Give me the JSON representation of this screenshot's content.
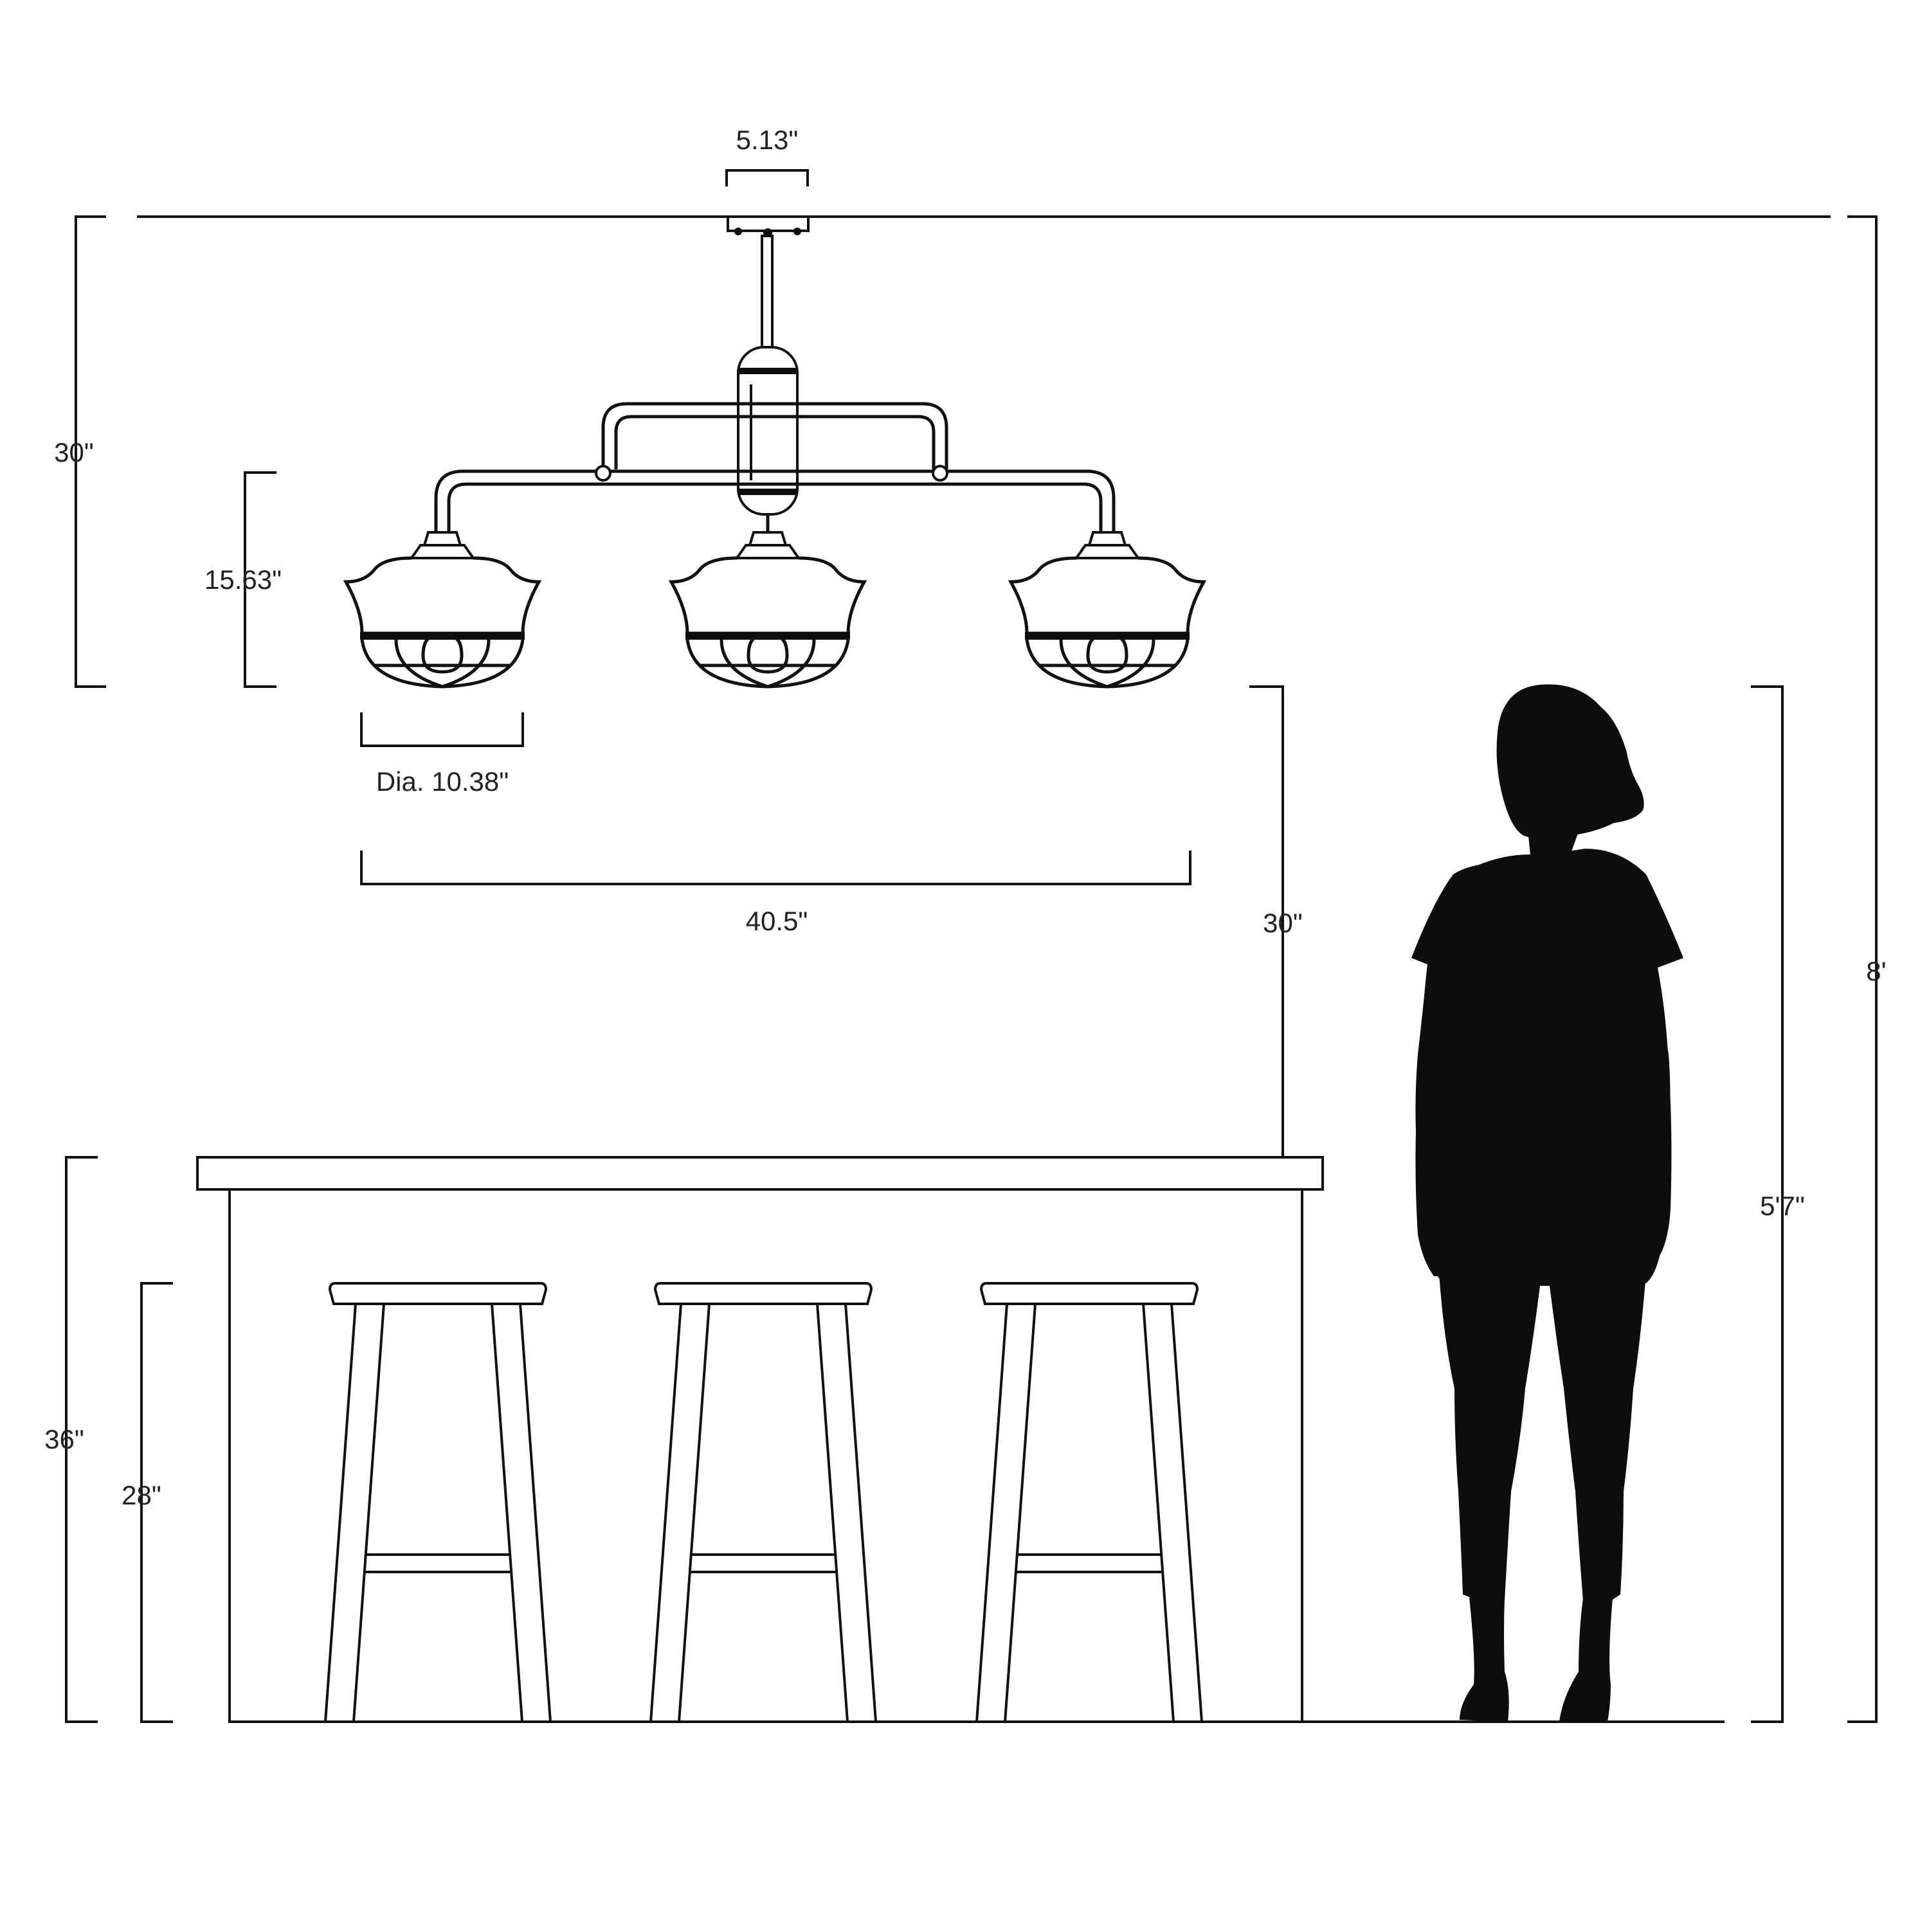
{
  "dimensions": {
    "canopy_width": "5.13\"",
    "fixture_height": "30\"",
    "shade_height": "15.63\"",
    "shade_diameter": "Dia. 10.38\"",
    "fixture_width": "40.5\"",
    "fixture_to_counter": "30\"",
    "ceiling_height": "8'",
    "person_height": "5'7\"",
    "counter_height": "36\"",
    "stool_height": "28\""
  },
  "colors": {
    "line": "#111111",
    "silhouette": "#0d0d0d",
    "background": "#ffffff"
  }
}
